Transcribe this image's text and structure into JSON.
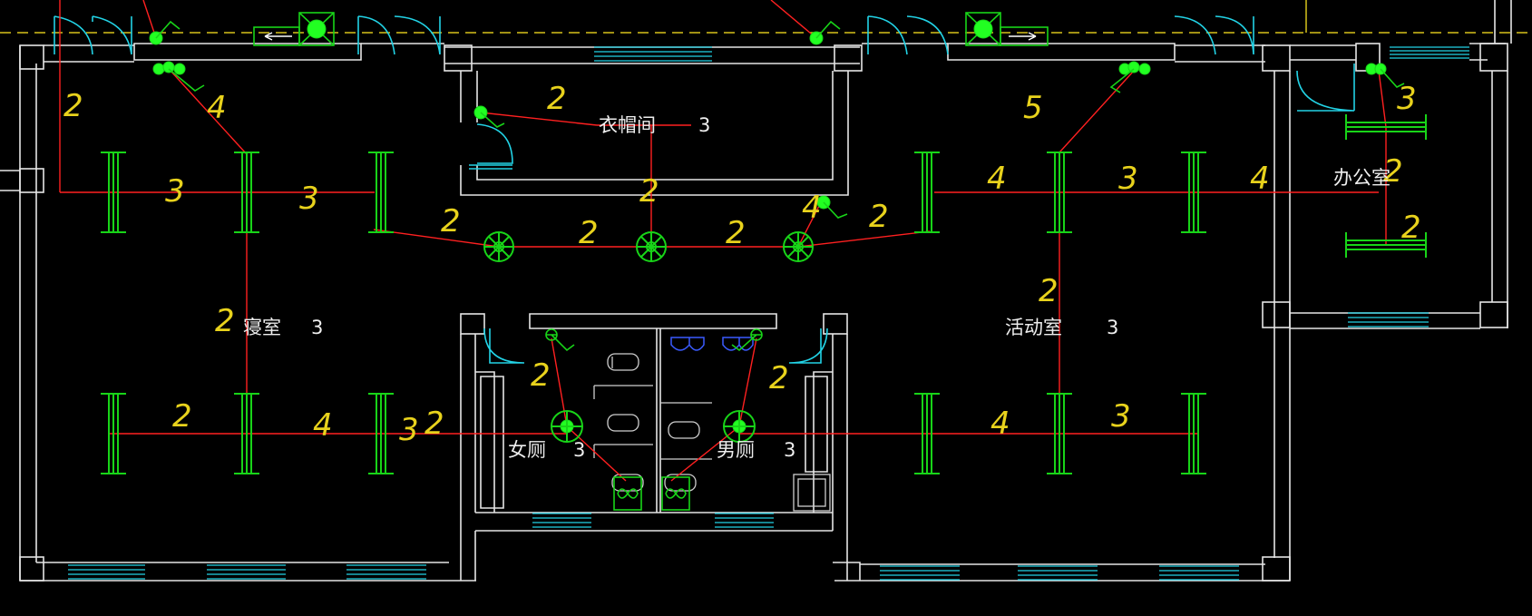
{
  "rooms": {
    "dormitory": {
      "label": "寝室",
      "count": "3"
    },
    "cloakroom": {
      "label": "衣帽间",
      "count": "3"
    },
    "activity": {
      "label": "活动室",
      "count": "3"
    },
    "office": {
      "label": "办公室"
    },
    "women_wc": {
      "label": "女厕",
      "count": "3"
    },
    "men_wc": {
      "label": "男厕",
      "count": "3"
    }
  },
  "wire_counts": [
    "2",
    "4",
    "3",
    "3",
    "2",
    "2",
    "3",
    "2",
    "2",
    "2",
    "2",
    "2",
    "4",
    "2",
    "5",
    "4",
    "3",
    "4",
    "3",
    "2",
    "2",
    "4",
    "3",
    "2",
    "4",
    "2",
    "2",
    "2"
  ],
  "colors": {
    "background": "#000000",
    "wall": "#e6e6e6",
    "window": "#22d3e6",
    "wire": "#ff2020",
    "lamp": "#18d418",
    "annotation": "#e8d21c",
    "axis": "#d7c21a"
  },
  "icons": [
    "fluorescent-lamp-icon",
    "ceiling-lamp-icon",
    "switch-icon",
    "exhaust-fan-icon",
    "distribution-box-icon"
  ]
}
